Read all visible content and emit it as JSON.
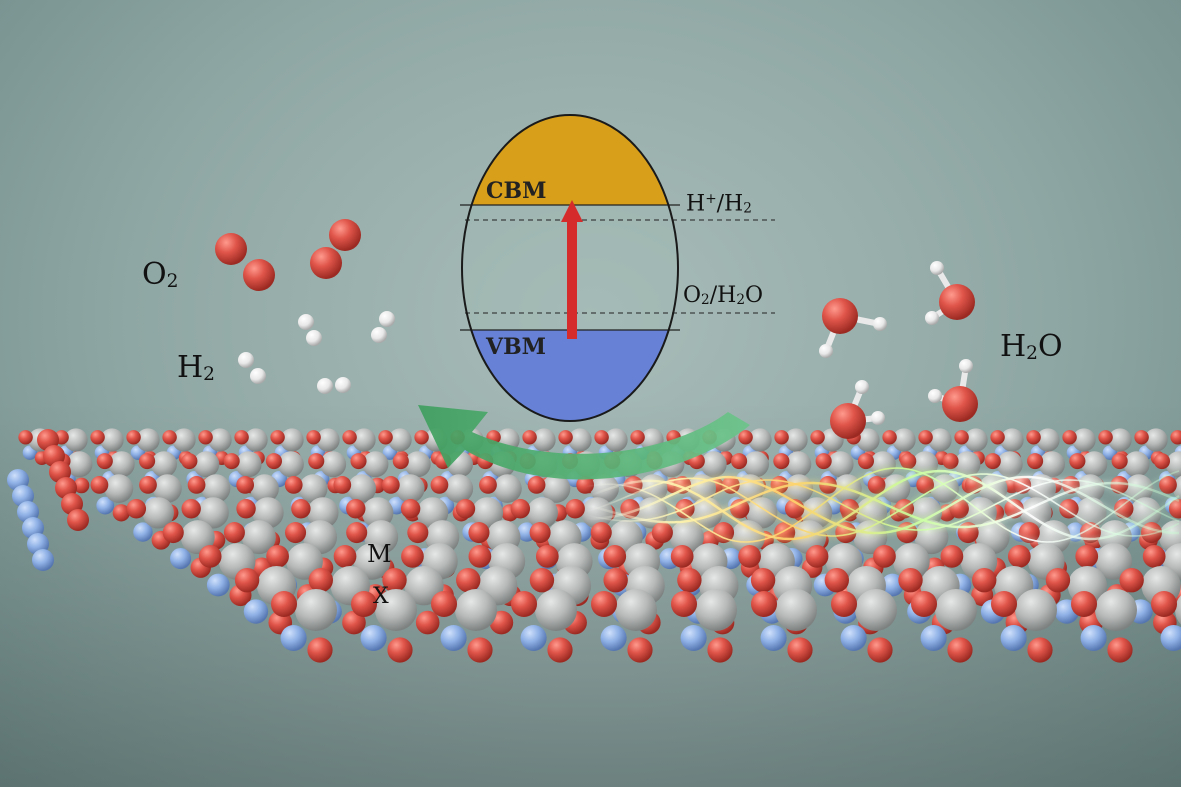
{
  "labels": {
    "o2_base": "O",
    "o2_sub": "2",
    "h2_base": "H",
    "h2_sub": "2",
    "h2o_h": "H",
    "h2o_sub": "2",
    "h2o_o": "O",
    "m": "M",
    "x": "X"
  },
  "band_diagram": {
    "cbm": "CBM",
    "vbm": "VBM",
    "hplus_h": "H",
    "hplus_sup": "+",
    "hplus_slash": "/H",
    "hplus_sub": "2",
    "o2h2o_o": "O",
    "o2h2o_sub1": "2",
    "o2h2o_slash": "/H",
    "o2h2o_sub2": "2",
    "o2h2o_o2": "O"
  },
  "colors": {
    "cbm_fill": "#d89f1a",
    "vbm_fill": "#6681d6",
    "arrow": "#d62b2b",
    "oxygen_atom": "#e0554a",
    "metal_atom": "#b9bcbb",
    "x_atom": "#8fb1e6",
    "hydrogen_atom": "#f2f2f2",
    "curve_arrow": "#4fae6f"
  },
  "icons": [
    "oxygen-molecule-icon",
    "hydrogen-molecule-icon",
    "water-molecule-icon",
    "light-wave-icon",
    "curved-arrow-icon",
    "excitation-arrow-icon"
  ]
}
